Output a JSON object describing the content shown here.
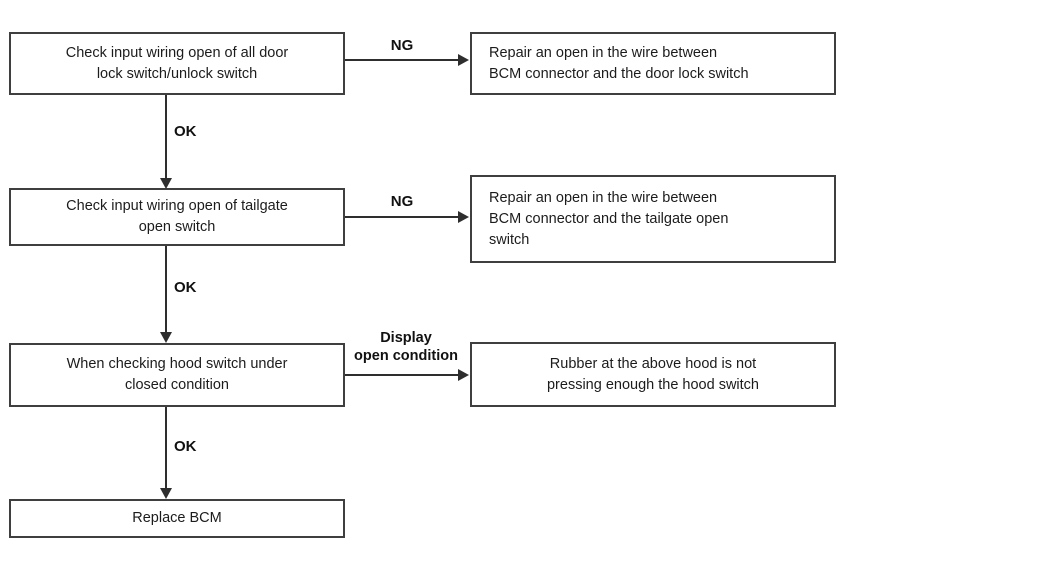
{
  "flowchart": {
    "steps": [
      {
        "label": "Check input wiring open of all door\nlock switch/unlock switch"
      },
      {
        "label": "Check input wiring open of tailgate\nopen switch"
      },
      {
        "label": "When checking hood switch under\nclosed condition"
      },
      {
        "label": "Replace BCM"
      }
    ],
    "ok_labels": [
      "OK",
      "OK",
      "OK"
    ],
    "branches": [
      {
        "condition": "NG",
        "result": "Repair an open in the wire between\nBCM connector and the door lock switch"
      },
      {
        "condition": "NG",
        "result": "Repair an open in the wire between\nBCM connector and the tailgate open\nswitch"
      },
      {
        "condition": "Display\nopen condition",
        "result": "Rubber at the above hood is not\npressing enough the hood switch"
      }
    ],
    "colors": {
      "box_border": "#3f3f3f",
      "box_fill": "#ffffff",
      "text": "#1c1c1c",
      "line": "#2e2e2e"
    }
  }
}
